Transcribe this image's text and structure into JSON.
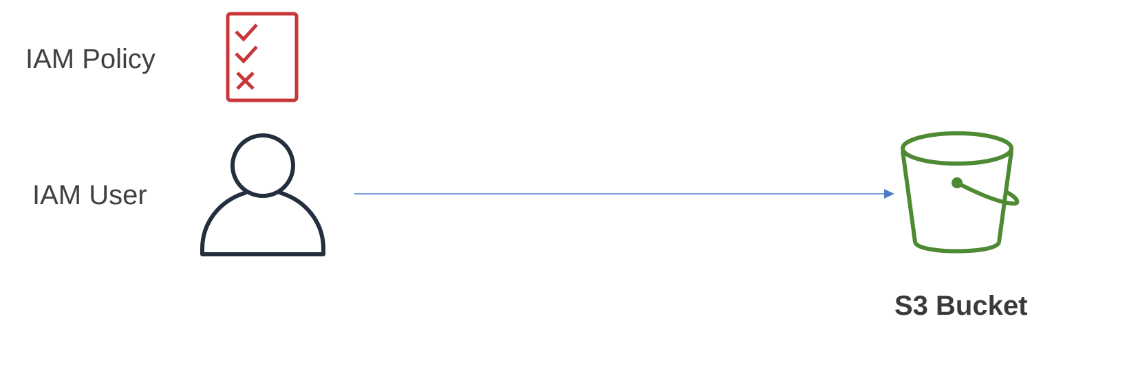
{
  "labels": {
    "policy": "IAM Policy",
    "user": "IAM User",
    "bucket": "S3 Bucket"
  },
  "icons": {
    "policy": "policy-checklist-icon",
    "user": "user-icon",
    "bucket": "s3-bucket-icon"
  },
  "colors": {
    "text": "#404040",
    "policy": "#c7373a",
    "user": "#232f3e",
    "bucket": "#4e8a33",
    "arrow": "#4a7cc8"
  }
}
